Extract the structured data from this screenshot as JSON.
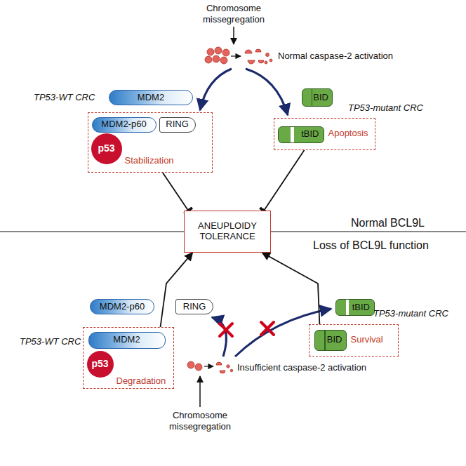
{
  "diagram": {
    "nodes": [
      {
        "text": [
          "MDM2"
        ]
      },
      {
        "text": [
          "BID"
        ]
      },
      {
        "text": [
          "Stabilization"
        ]
      },
      {
        "text": [
          "MDM2-p60"
        ],
        "in": 2
      },
      {
        "text": [
          "RING"
        ],
        "in": 2
      },
      {
        "text": [
          "p53"
        ],
        "in": 2
      },
      {
        "text": [
          "Apoptosis"
        ]
      },
      {
        "text": [
          "tBID"
        ],
        "in": 6
      },
      {
        "text": [
          "ANEUPLOIDY TOLERANCE"
        ]
      },
      {
        "text": [
          "MDM2-p60"
        ]
      },
      {
        "text": [
          "RING"
        ]
      },
      {
        "text": [
          "tBID"
        ]
      },
      {
        "text": [
          "Degradation"
        ]
      },
      {
        "text": [
          "MDM2"
        ],
        "in": 12
      },
      {
        "text": [
          "p53"
        ],
        "in": 12
      },
      {
        "text": [
          "Survival"
        ]
      },
      {
        "text": [
          "BID"
        ],
        "in": 15
      }
    ],
    "edges": [
      {
        "from": 2,
        "to": 8,
        "arrow": "to"
      },
      {
        "from": 6,
        "to": 8,
        "arrow": "to"
      },
      {
        "from": 12,
        "to": 8,
        "arrow": "to"
      },
      {
        "from": 15,
        "to": 8,
        "arrow": "to"
      }
    ],
    "labels": [
      "Chromosome missegregation",
      "Normal caspase-2 activation",
      "TP53-WT CRC",
      "TP53-mutant CRC",
      "Normal BCL9L",
      "Loss of BCL9L function",
      "TP53-WT CRC",
      "TP53-mutant CRC",
      "Insufficient caspase-2 activation",
      "Chromosome missegregation"
    ]
  }
}
